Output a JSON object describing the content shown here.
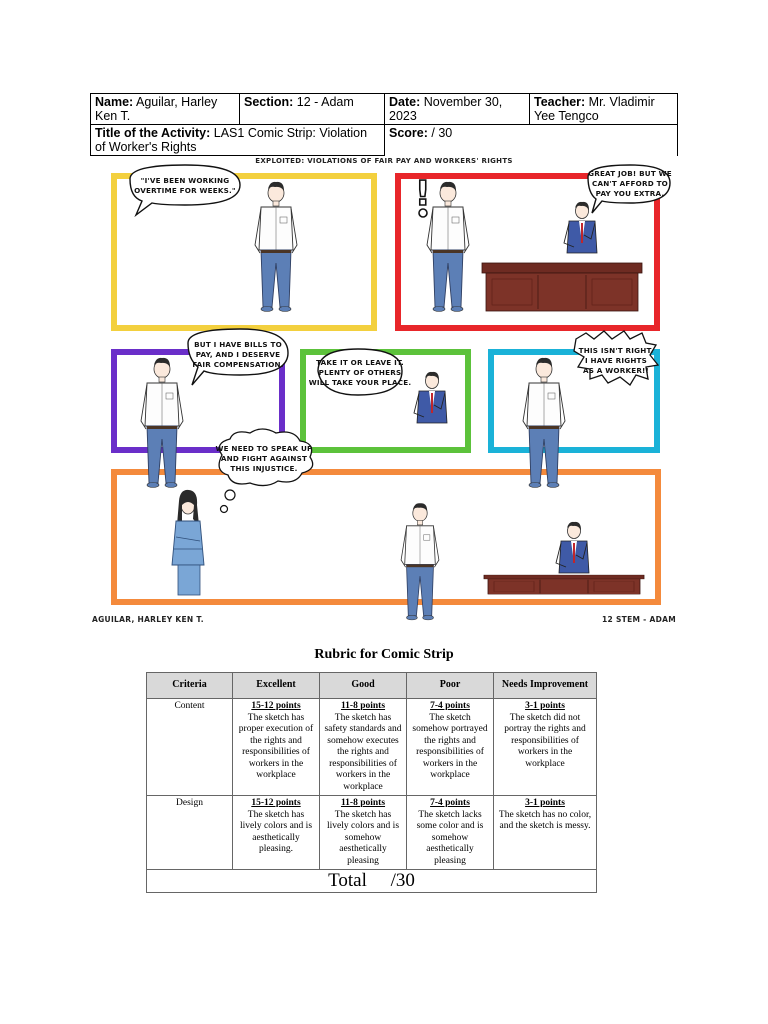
{
  "header": {
    "name_label": "Name:",
    "name_value": " Aguilar, Harley Ken T.",
    "section_label": "Section:",
    "section_value": " 12 - Adam",
    "date_label": "Date:",
    "date_value": " November 30, 2023",
    "teacher_label": "Teacher:",
    "teacher_value": " Mr. Vladimir Yee Tengco",
    "title_label": "Title of the Activity:",
    "title_value": " LAS1 Comic Strip: Violation of Worker's Rights",
    "score_label": "Score:",
    "score_value": "   / 30"
  },
  "comic": {
    "title": "Exploited: Violations of Fair Pay and Workers' Rights",
    "bubbles": {
      "b1": [
        "\"I've been working",
        "overtime for weeks.\""
      ],
      "b2": [
        "Great job! But we",
        "can't afford to",
        "pay you extra."
      ],
      "b3": [
        "But I have bills to",
        "pay, and I deserve",
        "fair compensation."
      ],
      "b4": [
        "Take it or leave it.",
        "Plenty of others",
        "will take your place."
      ],
      "b5": [
        "This isn't right.",
        "I have rights",
        "as a worker!!"
      ],
      "b6": [
        "We need to speak up",
        "and fight against",
        "this injustice."
      ]
    },
    "exclamation": "!",
    "author_credit": "Aguilar, Harley Ken T.",
    "section_credit": "12 STEM - Adam",
    "panel_colors": {
      "yellow": "#f3d03e",
      "red": "#e8262a",
      "purple": "#6a2ec9",
      "green": "#5cc23b",
      "cyan": "#1ab2d8",
      "orange": "#f48a3c"
    }
  },
  "rubric": {
    "title": "Rubric for Comic Strip",
    "headers": [
      "Criteria",
      "Excellent",
      "Good",
      "Poor",
      "Needs Improvement"
    ],
    "rows": [
      {
        "criteria": "Content",
        "cells": [
          {
            "points": "15-12 points",
            "text": "The sketch has proper execution of the rights and responsibilities of workers in the workplace"
          },
          {
            "points": "11-8 points",
            "text": "The sketch has safety standards and somehow executes the rights and responsibilities of workers in the workplace"
          },
          {
            "points": "7-4 points",
            "text": "The sketch somehow portrayed the rights and responsibilities of workers in the workplace"
          },
          {
            "points": "3-1 points",
            "text": "The sketch did not portray the rights and responsibilities of workers in the workplace"
          }
        ]
      },
      {
        "criteria": "Design",
        "cells": [
          {
            "points": "15-12 points",
            "text": "The sketch has lively colors and is aesthetically pleasing."
          },
          {
            "points": "11-8 points",
            "text": "The sketch has lively colors and is somehow aesthetically pleasing"
          },
          {
            "points": "7-4 points",
            "text": "The sketch lacks some color and is somehow aesthetically pleasing"
          },
          {
            "points": "3-1 points",
            "text": "The sketch has no color, and the sketch is messy."
          }
        ]
      }
    ],
    "total": "Total     /30"
  }
}
